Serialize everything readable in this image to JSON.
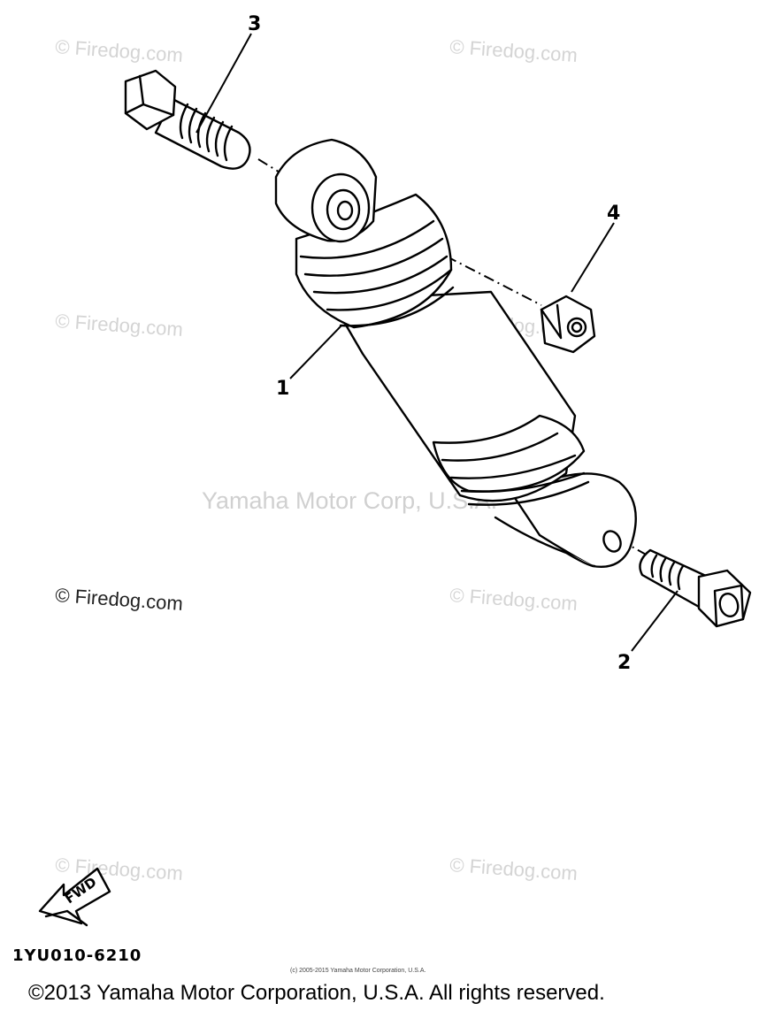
{
  "watermarks": {
    "w1": "© Firedog.com",
    "w2": "© Firedog.com",
    "w3": "© Firedog.com",
    "w4": "© Firedog.com",
    "w5": "© Firedog.com",
    "w6": "© Firedog.com",
    "w7": "© Firedog.com",
    "w8": "© Firedog.com",
    "center": "Yamaha Motor Corp, U.S.A."
  },
  "callouts": {
    "part1": "1",
    "part2": "2",
    "part3": "3",
    "part4": "4"
  },
  "fwd_label": "FWD",
  "diagram_code": "1YU010-6210",
  "small_copyright": "(c) 2005-2015 Yamaha Motor Corporation, U.S.A.",
  "footer_copyright": "©2013 Yamaha Motor Corporation, U.S.A. All rights reserved."
}
